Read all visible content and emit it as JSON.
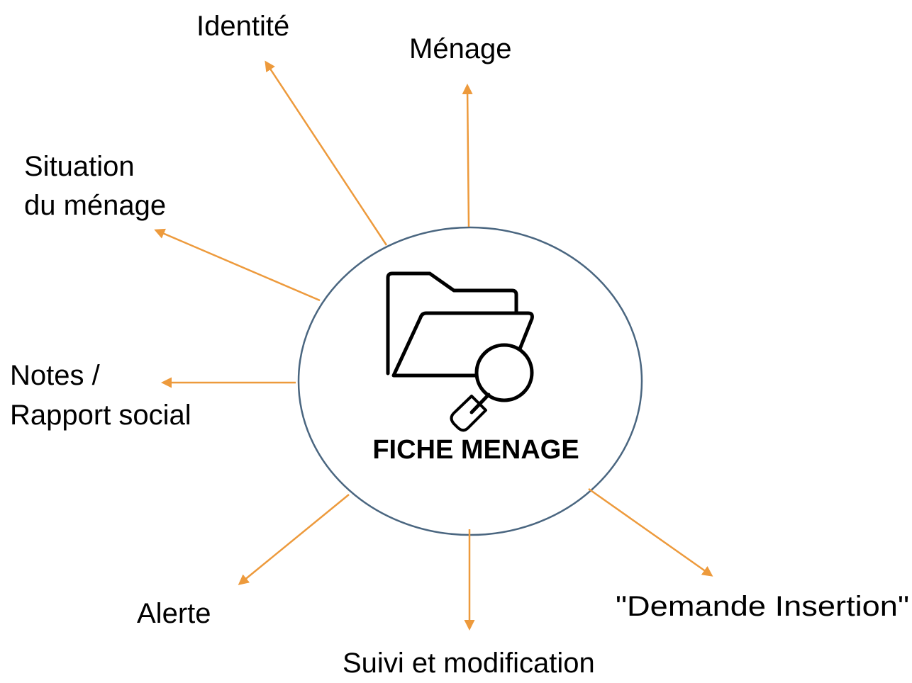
{
  "center": {
    "title": "FICHE MENAGE",
    "icon": "folder-search-icon"
  },
  "branches": {
    "identite": {
      "label": "Identité"
    },
    "menage": {
      "label": "Ménage"
    },
    "situation": {
      "label_line1": "Situation",
      "label_line2": "du ménage"
    },
    "notes": {
      "label_line1": "Notes /",
      "label_line2": "Rapport social"
    },
    "alerte": {
      "label": "Alerte"
    },
    "suivi": {
      "label": "Suivi et modification"
    },
    "demande": {
      "label": "\"Demande Insertion\""
    }
  },
  "colors": {
    "arrow": "#ED9A3C",
    "circle_stroke": "#4A6680",
    "icon_stroke": "#000000"
  }
}
